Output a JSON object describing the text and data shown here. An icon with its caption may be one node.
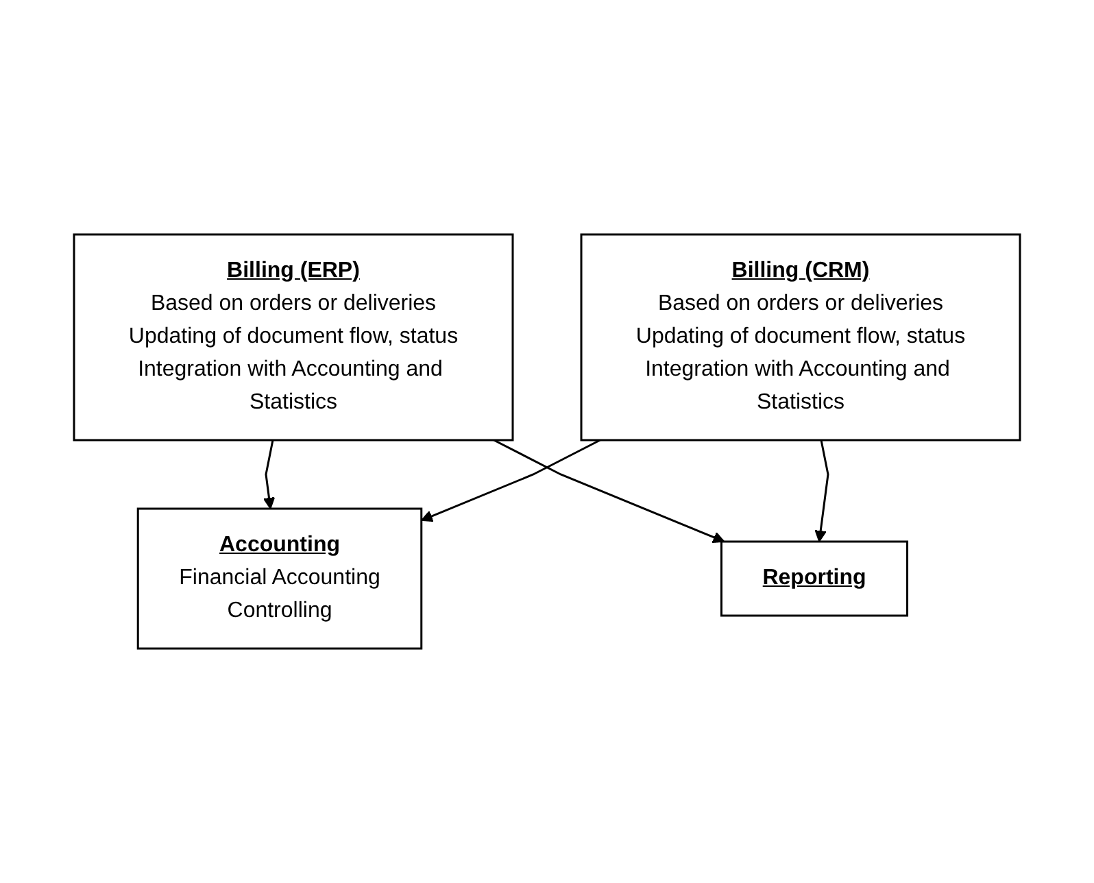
{
  "diagram": {
    "nodes": [
      {
        "text": [
          "Billing (ERP)",
          "Based on orders or deliveries",
          "Updating of document flow, status",
          "Integration with Accounting and Statistics"
        ]
      },
      {
        "text": [
          "Billing (CRM)",
          "Based on orders or deliveries",
          "Updating of document flow, status",
          "Integration with Accounting and Statistics"
        ]
      },
      {
        "text": [
          "Accounting",
          "Financial Accounting",
          "Controlling"
        ]
      },
      {
        "text": [
          "Reporting"
        ]
      }
    ],
    "edges": [
      {
        "from": 0,
        "to": 2,
        "arrow": "to"
      },
      {
        "from": 0,
        "to": 3,
        "arrow": "to"
      },
      {
        "from": 1,
        "to": 2,
        "arrow": "to"
      },
      {
        "from": 1,
        "to": 3,
        "arrow": "to"
      }
    ]
  }
}
